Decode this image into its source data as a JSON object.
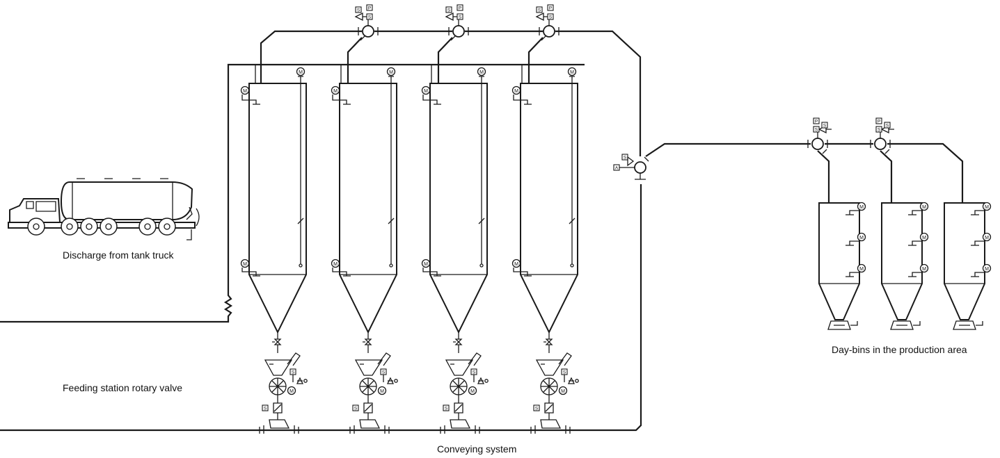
{
  "labels": {
    "truck": "Discharge from tank truck",
    "feeding": "Feeding station rotary valve",
    "conveying": "Conveying system",
    "daybins": "Day-bins in the production area"
  },
  "symbols": {
    "motor": "M",
    "pressure": "P",
    "solenoid": "S",
    "air": "A"
  }
}
